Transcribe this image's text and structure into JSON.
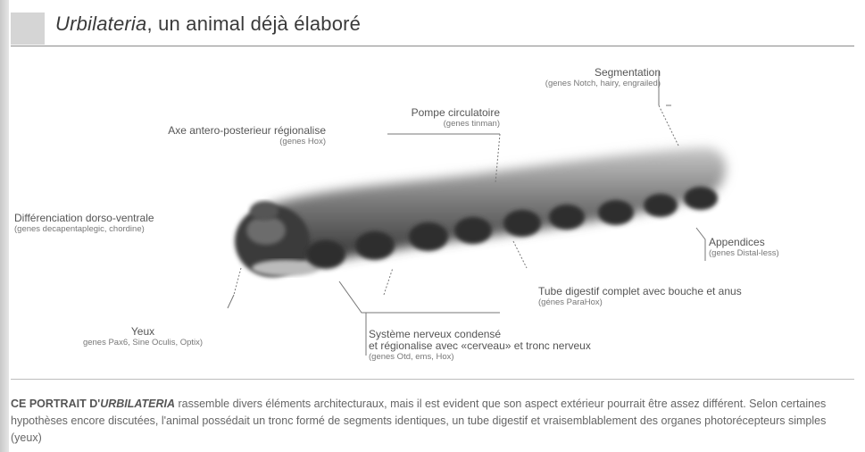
{
  "title": {
    "italic": "Urbilateria",
    "rest": ", un animal déjà élaboré"
  },
  "labels": {
    "segmentation": {
      "main": "Segmentation",
      "sub": "(genes Notch, hairy, engrailed)"
    },
    "pompe": {
      "main": "Pompe circulatoire",
      "sub": "(genes tinman)"
    },
    "axe": {
      "main": "Axe antero-posterieur régionalise",
      "sub": "(genes Hox)"
    },
    "dorso": {
      "main": "Différenciation dorso-ventrale",
      "sub": "(genes decapentaplegic, chordine)"
    },
    "appendices": {
      "main": "Appendices",
      "sub": "(genes Distal-less)"
    },
    "tube": {
      "main": "Tube digestif complet avec bouche et anus",
      "sub": "(génes ParaHox)"
    },
    "yeux": {
      "main": "Yeux",
      "sub": "genes Pax6, Sine Oculis, Optix)"
    },
    "systeme": {
      "line1": "Système nerveux condensé",
      "line2": "et régionalise avec «cerveau» et tronc nerveux",
      "sub": "(genes Otd, ems, Hox)"
    }
  },
  "caption": {
    "lead": "CE PORTRAIT D'",
    "lead_italic": "URBILATERIA",
    "text": " rassemble divers éléments architecturaux, mais il est evident que son aspect extérieur pourrait être assez différent. Selon certaines hypothèses encore discutées, l'animal possédait un tronc formé de segments identiques, un tube digestif et vraisemblablement des organes photorécepteurs simples (yeux)"
  },
  "colors": {
    "body": "#3e3e3e",
    "highlight": "#9a9a9a",
    "rule": "#8a8a8a"
  }
}
